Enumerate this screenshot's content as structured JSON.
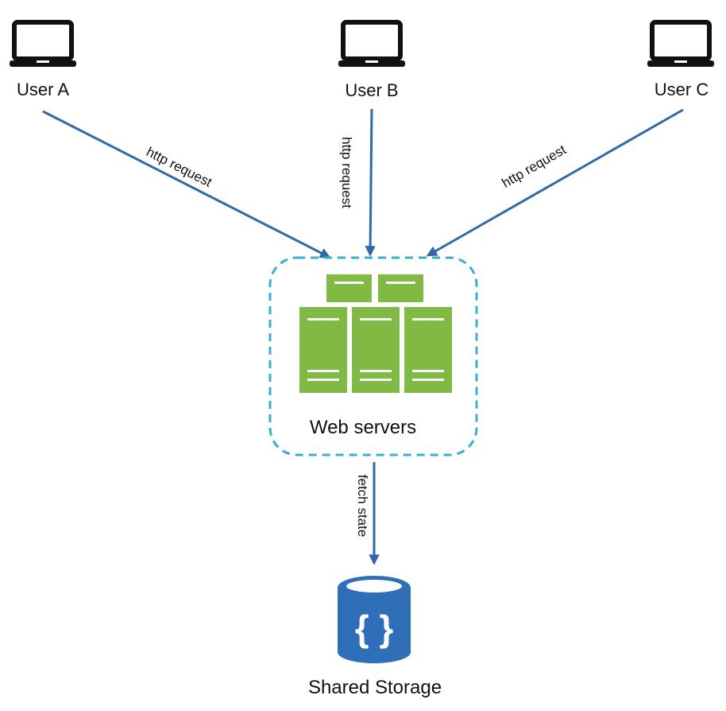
{
  "nodes": {
    "user_a": {
      "label": "User A",
      "icon": "laptop-icon"
    },
    "user_b": {
      "label": "User B",
      "icon": "laptop-icon"
    },
    "user_c": {
      "label": "User C",
      "icon": "laptop-icon"
    },
    "web_servers": {
      "label": "Web servers",
      "icon": "server-cluster-icon"
    },
    "shared_storage": {
      "label": "Shared Storage",
      "icon": "database-cylinder-icon",
      "symbol": "{ }"
    }
  },
  "edges": [
    {
      "from": "user_a",
      "to": "web_servers",
      "label": "http request"
    },
    {
      "from": "user_b",
      "to": "web_servers",
      "label": "http request"
    },
    {
      "from": "user_c",
      "to": "web_servers",
      "label": "http request"
    },
    {
      "from": "web_servers",
      "to": "shared_storage",
      "label": "fetch state"
    }
  ],
  "colors": {
    "arrow": "#2f6aa5",
    "server_green": "#80b944",
    "group_border": "#38afcf",
    "database_blue": "#2f6fb8",
    "laptop": "#111111"
  }
}
